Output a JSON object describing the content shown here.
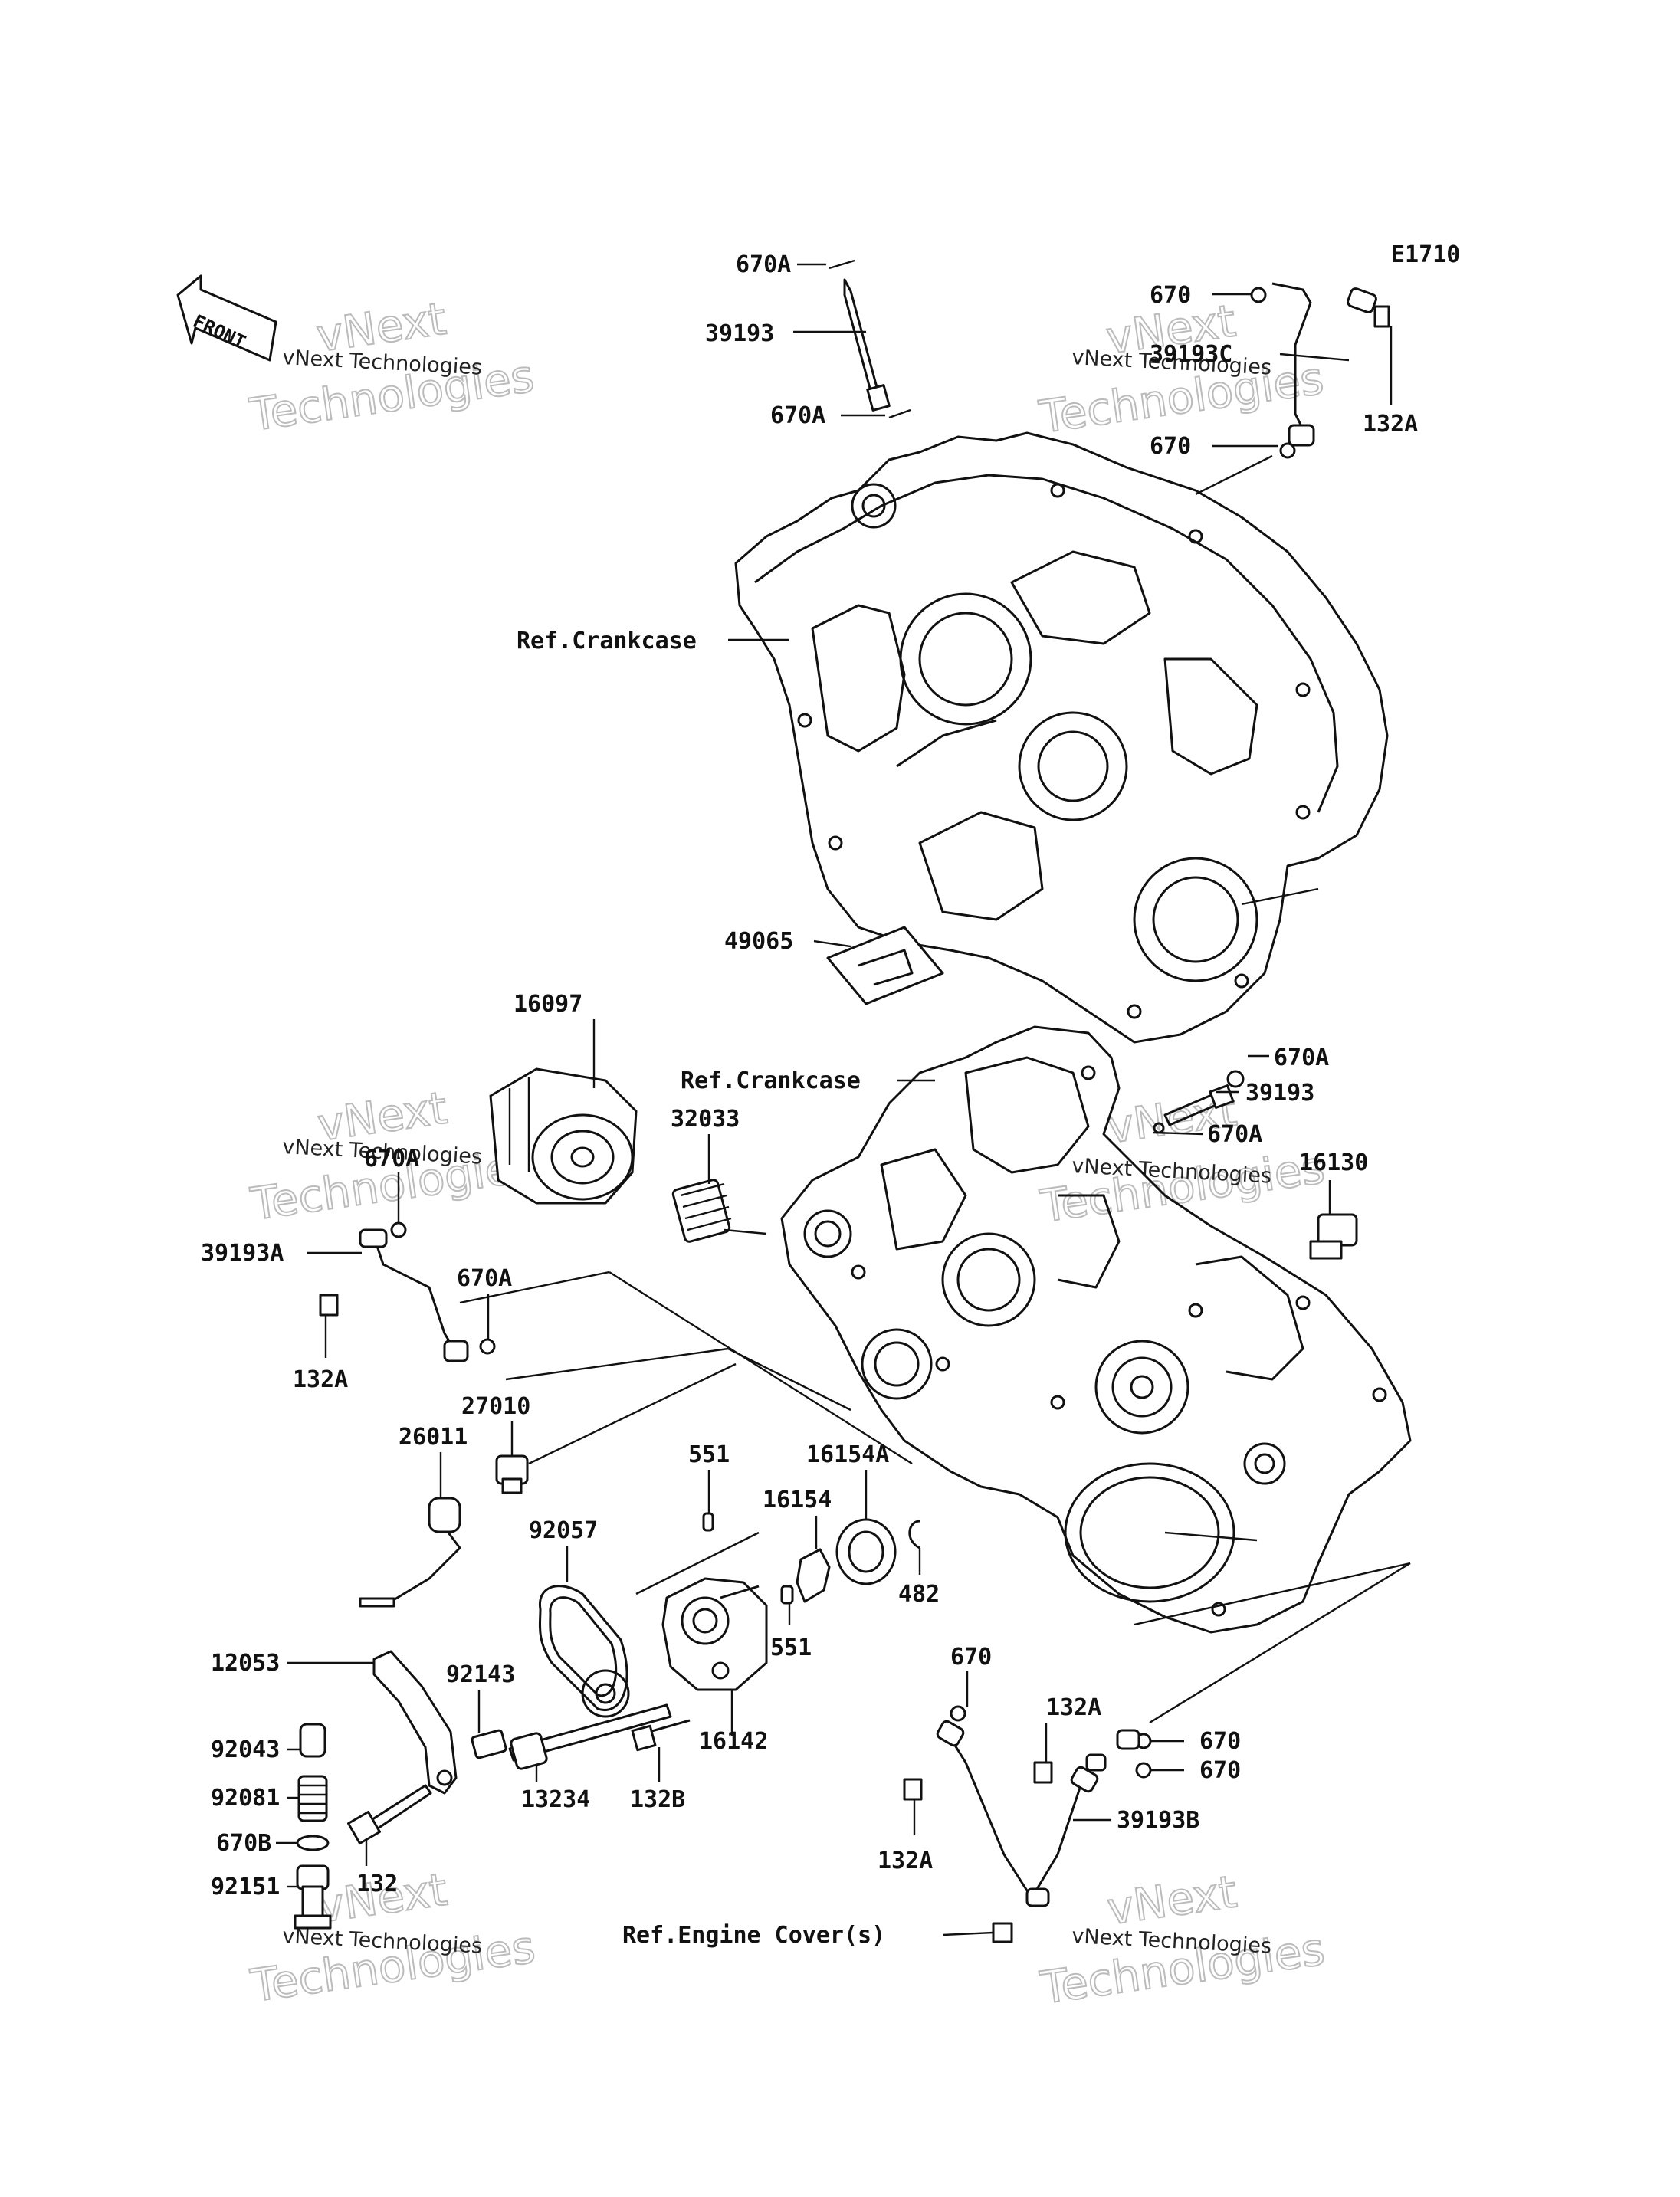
{
  "diagram_code": "E1710",
  "front_label": "FRONT",
  "watermark": {
    "brand": "vNext Technologies",
    "big_1": "vNext",
    "big_2": "Technologies"
  },
  "labels": {
    "p670A_top": "670A",
    "p39193_top": "39193",
    "p670A_top2": "670A",
    "p670_tr1": "670",
    "p39193C": "39193C",
    "p132A_tr": "132A",
    "p670_tr2": "670",
    "ref_crankcase_1": "Ref.Crankcase",
    "p49065": "49065",
    "p16097": "16097",
    "ref_crankcase_2": "Ref.Crankcase",
    "p670A_r1": "670A",
    "p39193_r": "39193",
    "p670A_r2": "670A",
    "p16130": "16130",
    "p32033": "32033",
    "p670A_l1": "670A",
    "p39193A": "39193A",
    "p670A_l2": "670A",
    "p132A_l": "132A",
    "p27010": "27010",
    "p26011": "26011",
    "p551_a": "551",
    "p16154A": "16154A",
    "p16154": "16154",
    "p92057": "92057",
    "p482": "482",
    "p551_b": "551",
    "p12053": "12053",
    "p92143": "92143",
    "p16142": "16142",
    "p92043": "92043",
    "p13234": "13234",
    "p132B": "132B",
    "p92081": "92081",
    "p670B": "670B",
    "p132": "132",
    "p92151": "92151",
    "p670_b1": "670",
    "p132A_b1": "132A",
    "p670_b2": "670",
    "p670_b3": "670",
    "p39193B": "39193B",
    "p132A_b2": "132A",
    "ref_engine_cover": "Ref.Engine Cover(s)"
  }
}
